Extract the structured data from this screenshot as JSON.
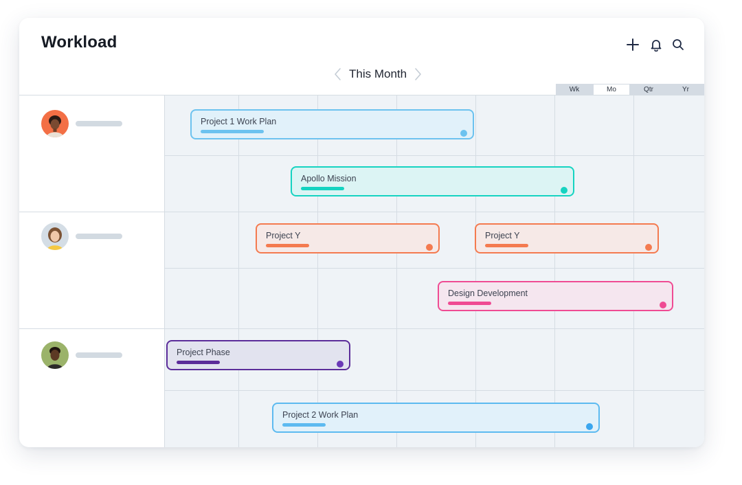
{
  "header": {
    "title": "Workload",
    "period_label": "This Month",
    "icons": {
      "add": "plus-icon",
      "notifications": "bell-icon",
      "search": "search-icon",
      "prev": "chevron-left-icon",
      "next": "chevron-right-icon"
    }
  },
  "scale": {
    "options": [
      "Wk",
      "Mo",
      "Qtr",
      "Yr"
    ],
    "selected": "Mo"
  },
  "people": [
    {
      "avatar": "avatar-person-1"
    },
    {
      "avatar": "avatar-person-2"
    },
    {
      "avatar": "avatar-person-3"
    }
  ],
  "tasks": [
    {
      "label": "Project 1 Work Plan",
      "color": "#6cc2ef",
      "fill": "#e1f1fa",
      "person": 1
    },
    {
      "label": "Apollo Mission",
      "color": "#15d3c1",
      "fill": "#dcf4f4",
      "person": 1
    },
    {
      "label": "Project Y",
      "color": "#f47a4f",
      "fill": "#f6e9e7",
      "person": 2
    },
    {
      "label": "Project Y",
      "color": "#f47a4f",
      "fill": "#f6e9e7",
      "person": 2
    },
    {
      "label": "Design Development",
      "color": "#ef4b93",
      "fill": "#f5e6ef",
      "person": 2
    },
    {
      "label": "Project Phase",
      "color": "#5b2c99",
      "fill": "#e2e3ef",
      "dot": "#6a38b6",
      "person": 3
    },
    {
      "label": "Project 2 Work Plan",
      "color": "#5cbaf0",
      "fill": "#e1f1fa",
      "dot": "#3aa6ee",
      "person": 3
    }
  ]
}
